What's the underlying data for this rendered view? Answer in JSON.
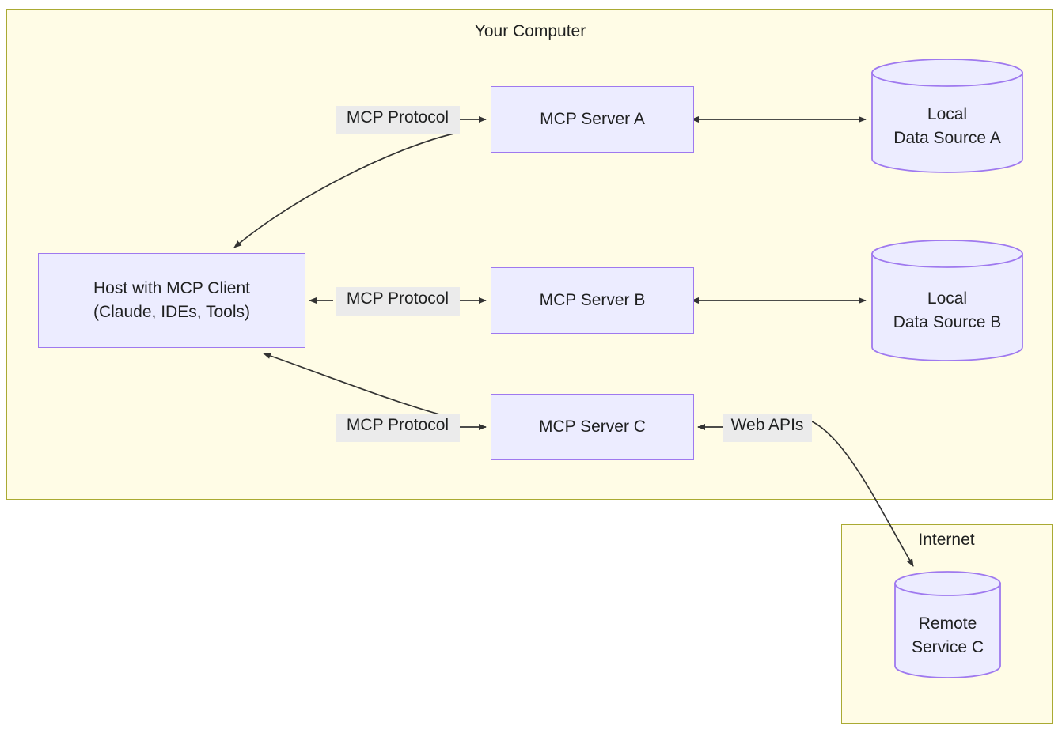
{
  "diagram": {
    "type": "architecture-flow",
    "groups": [
      {
        "id": "your-computer",
        "title": "Your Computer"
      },
      {
        "id": "internet",
        "title": "Internet"
      }
    ],
    "nodes": [
      {
        "id": "host",
        "label_line1": "Host with MCP Client",
        "label_line2": "(Claude, IDEs, Tools)",
        "shape": "rect",
        "group": "your-computer"
      },
      {
        "id": "server-a",
        "label": "MCP Server A",
        "shape": "rect",
        "group": "your-computer"
      },
      {
        "id": "server-b",
        "label": "MCP Server B",
        "shape": "rect",
        "group": "your-computer"
      },
      {
        "id": "server-c",
        "label": "MCP Server C",
        "shape": "rect",
        "group": "your-computer"
      },
      {
        "id": "data-a",
        "label_line1": "Local",
        "label_line2": "Data Source A",
        "shape": "cylinder",
        "group": "your-computer"
      },
      {
        "id": "data-b",
        "label_line1": "Local",
        "label_line2": "Data Source B",
        "shape": "cylinder",
        "group": "your-computer"
      },
      {
        "id": "remote-c",
        "label_line1": "Remote",
        "label_line2": "Service C",
        "shape": "cylinder",
        "group": "internet"
      }
    ],
    "edges": [
      {
        "id": "host-server-a",
        "label": "MCP Protocol",
        "from": "host",
        "to": "server-a",
        "arrows": "both"
      },
      {
        "id": "host-server-b",
        "label": "MCP Protocol",
        "from": "host",
        "to": "server-b",
        "arrows": "both"
      },
      {
        "id": "host-server-c",
        "label": "MCP Protocol",
        "from": "host",
        "to": "server-c",
        "arrows": "both"
      },
      {
        "id": "server-a-data-a",
        "label": "",
        "from": "server-a",
        "to": "data-a",
        "arrows": "both"
      },
      {
        "id": "server-b-data-b",
        "label": "",
        "from": "server-b",
        "to": "data-b",
        "arrows": "both"
      },
      {
        "id": "server-c-remote-c",
        "label": "Web APIs",
        "from": "server-c",
        "to": "remote-c",
        "arrows": "both"
      }
    ],
    "colors": {
      "group_fill": "#fffce6",
      "group_stroke": "#aaaa33",
      "node_fill": "#ececff",
      "node_stroke": "#9f79ef",
      "edge_stroke": "#333333",
      "label_bg": "#ebebeb",
      "text": "#1f2020",
      "page_bg": "#ffffff"
    }
  }
}
